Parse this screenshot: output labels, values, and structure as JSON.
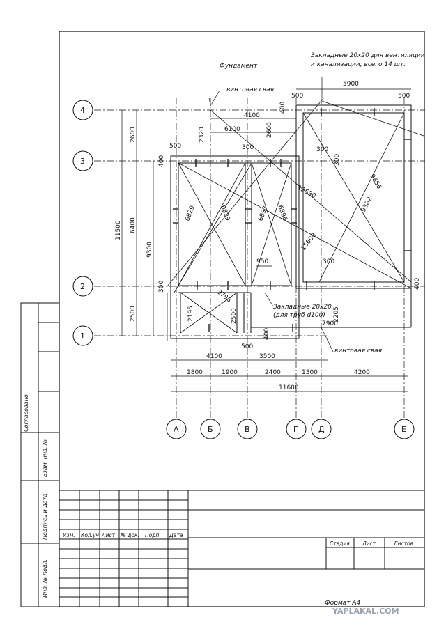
{
  "drawing": {
    "title": "Фундамент",
    "note_embedded": "Закладные 20х20 для вентиляции\nи канализации, всего 14 шт.",
    "note_pipes": "Закладные 20х20\n(для труб d100)",
    "screw_pile_top": "винтовая свая",
    "screw_pile_bottom": "винтовая свая",
    "axes_horizontal": [
      "4",
      "3",
      "2",
      "1"
    ],
    "axes_vertical": [
      "А",
      "Б",
      "В",
      "Г",
      "Д",
      "Е"
    ],
    "dimensions_left": {
      "outer": "11500",
      "inner": "9300",
      "seg_4_3": "2600",
      "seg_3_2": "6400",
      "seg_2_1": "2500",
      "small_400": "400",
      "small_300": "300"
    },
    "dimensions_top": {
      "d5900": "5900",
      "d500a": "500",
      "d500b": "500",
      "d4100": "4100",
      "d6100": "6100",
      "d2600": "2600",
      "d400": "400",
      "d2320": "2320",
      "d500c": "500",
      "d300a": "300",
      "d300b": "300",
      "d300c": "300"
    },
    "dimensions_diagonals": [
      "6829",
      "6829",
      "6897",
      "6896",
      "12530",
      "15608",
      "9382",
      "9856",
      "3798"
    ],
    "dimensions_inner": {
      "d950": "950",
      "d300": "300",
      "d2195": "2195",
      "d2500": "2500",
      "d2205": "2205",
      "d7900": "7900",
      "d400a": "400",
      "d400b": "400",
      "d400c": "400",
      "d500": "500",
      "d4100": "4100",
      "d3500": "3500"
    },
    "dimensions_bottom": [
      "1800",
      "1900",
      "2400",
      "1300",
      "4200"
    ],
    "overall_bottom": "11600"
  },
  "title_block": {
    "col_headers": [
      "Изм.",
      "Кол.уч",
      "Лист",
      "№ док.",
      "Подп.",
      "Дата"
    ],
    "right_headers": [
      "Стадия",
      "Лист",
      "Листов"
    ],
    "format": "Формат А4"
  },
  "side_labels": [
    "Согласовано",
    "Взам. инв. №",
    "Подпись и дата",
    "Инв. № подл."
  ],
  "watermark": "YAPLAKAL.COM"
}
